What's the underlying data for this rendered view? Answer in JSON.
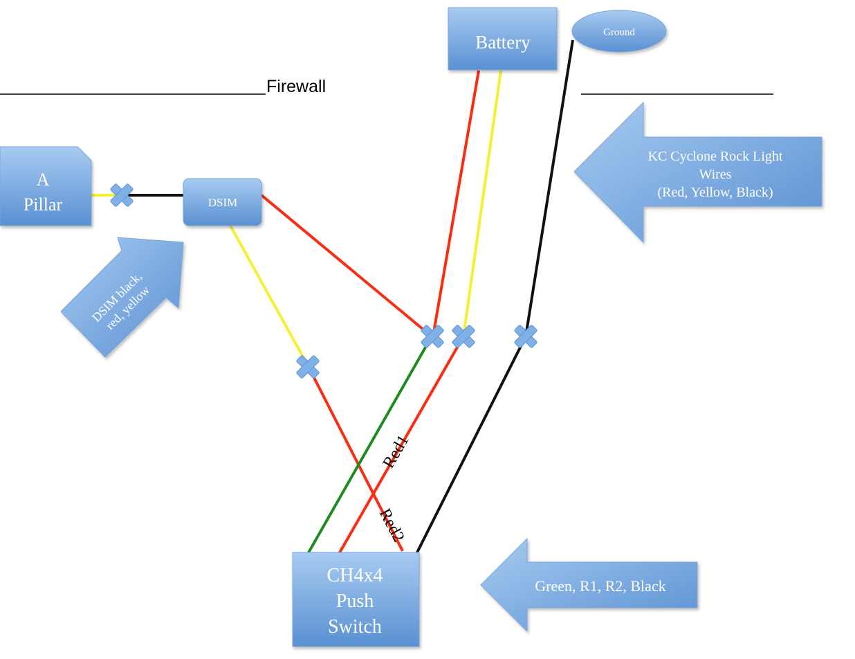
{
  "labels": {
    "firewall": "Firewall",
    "battery": "Battery",
    "ground": "Ground",
    "a_pillar_line1": "A",
    "a_pillar_line2": "Pillar",
    "dsim": "DSIM",
    "dsim_arrow_line1": "DSIM black,",
    "dsim_arrow_line2": "red, yellow",
    "kc_line1": "KC Cyclone Rock Light",
    "kc_line2": "Wires",
    "kc_line3": "(Red, Yellow, Black)",
    "switch_line1": "CH4x4",
    "switch_line2": "Push",
    "switch_line3": "Switch",
    "bottom_arrow": "Green, R1, R2, Black",
    "red1": "Red1",
    "red2": "Red2"
  },
  "colors": {
    "box_fill_top": "#9cc3ee",
    "box_fill_bottom": "#5f95d4",
    "box_stroke": "#7aa6dc",
    "box_text": "#ffffff",
    "wire_red": "#ff2a10",
    "wire_yellow": "#f4f032",
    "wire_black": "#111111",
    "wire_green": "#1f8a1f",
    "ink": "#000000"
  }
}
